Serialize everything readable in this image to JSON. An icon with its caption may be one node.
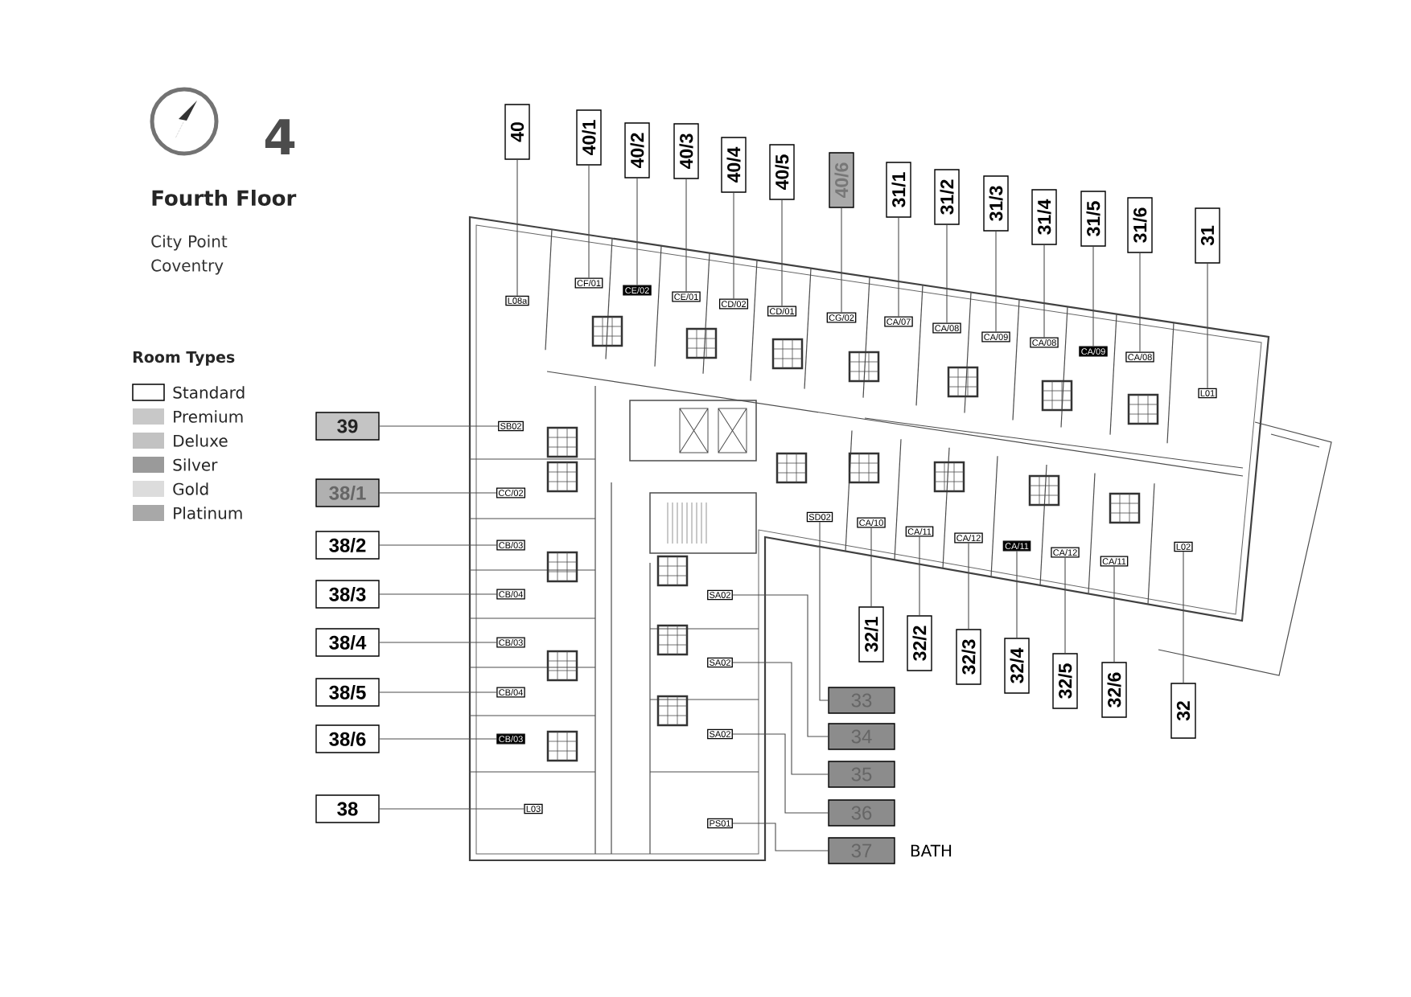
{
  "diagram": {
    "title": "Fourth Floor",
    "nodes": [
      {
        "text": [
          "40"
        ]
      },
      {
        "text": [
          "40/1"
        ]
      },
      {
        "text": [
          "40/2"
        ]
      },
      {
        "text": [
          "40/3"
        ]
      },
      {
        "text": [
          "40/4"
        ]
      },
      {
        "text": [
          "40/5"
        ]
      },
      {
        "text": [
          "40/6"
        ]
      },
      {
        "text": [
          "31/1"
        ]
      },
      {
        "text": [
          "31/2"
        ]
      },
      {
        "text": [
          "31/3"
        ]
      },
      {
        "text": [
          "31/4"
        ]
      },
      {
        "text": [
          "31/5"
        ]
      },
      {
        "text": [
          "31/6"
        ]
      },
      {
        "text": [
          "31"
        ]
      },
      {
        "text": [
          "L08a"
        ]
      },
      {
        "text": [
          "CF/01"
        ]
      },
      {
        "text": [
          "CE/02"
        ]
      },
      {
        "text": [
          "CE/01"
        ]
      },
      {
        "text": [
          "CD/02"
        ]
      },
      {
        "text": [
          "CD/01"
        ]
      },
      {
        "text": [
          "CG/02"
        ]
      },
      {
        "text": [
          "CA/07"
        ]
      },
      {
        "text": [
          "CA/08"
        ]
      },
      {
        "text": [
          "CA/09"
        ]
      },
      {
        "text": [
          "CA/08"
        ]
      },
      {
        "text": [
          "CA/09"
        ]
      },
      {
        "text": [
          "CA/08"
        ]
      },
      {
        "text": [
          "L01"
        ]
      },
      {
        "text": [
          "39"
        ]
      },
      {
        "text": [
          "38/1"
        ]
      },
      {
        "text": [
          "38/2"
        ]
      },
      {
        "text": [
          "38/3"
        ]
      },
      {
        "text": [
          "38/4"
        ]
      },
      {
        "text": [
          "38/5"
        ]
      },
      {
        "text": [
          "38/6"
        ]
      },
      {
        "text": [
          "38"
        ]
      },
      {
        "text": [
          "SB02"
        ]
      },
      {
        "text": [
          "CC/02"
        ]
      },
      {
        "text": [
          "CB/03"
        ]
      },
      {
        "text": [
          "CB/04"
        ]
      },
      {
        "text": [
          "CB/03"
        ]
      },
      {
        "text": [
          "CB/04"
        ]
      },
      {
        "text": [
          "CB/03"
        ]
      },
      {
        "text": [
          "L03"
        ]
      },
      {
        "text": [
          "32/1"
        ]
      },
      {
        "text": [
          "32/2"
        ]
      },
      {
        "text": [
          "32/3"
        ]
      },
      {
        "text": [
          "32/4"
        ]
      },
      {
        "text": [
          "32/5"
        ]
      },
      {
        "text": [
          "32/6"
        ]
      },
      {
        "text": [
          "32"
        ]
      },
      {
        "text": [
          "SD02"
        ]
      },
      {
        "text": [
          "CA/10"
        ]
      },
      {
        "text": [
          "CA/11"
        ]
      },
      {
        "text": [
          "CA/12"
        ]
      },
      {
        "text": [
          "CA/11"
        ]
      },
      {
        "text": [
          "CA/12"
        ]
      },
      {
        "text": [
          "CA/11"
        ]
      },
      {
        "text": [
          "L02"
        ]
      },
      {
        "text": [
          "33"
        ]
      },
      {
        "text": [
          "34"
        ]
      },
      {
        "text": [
          "35"
        ]
      },
      {
        "text": [
          "36"
        ]
      },
      {
        "text": [
          "37"
        ],
        "beside": [
          "BATH"
        ]
      },
      {
        "text": [
          "SA02"
        ]
      },
      {
        "text": [
          "SA02"
        ]
      },
      {
        "text": [
          "SA02"
        ]
      },
      {
        "text": [
          "PS01"
        ]
      }
    ],
    "edges": [
      {
        "from": 0,
        "to": 14,
        "arrow": "none"
      },
      {
        "from": 1,
        "to": 15,
        "arrow": "none"
      },
      {
        "from": 2,
        "to": 16,
        "arrow": "none"
      },
      {
        "from": 3,
        "to": 17,
        "arrow": "none"
      },
      {
        "from": 4,
        "to": 18,
        "arrow": "none"
      },
      {
        "from": 5,
        "to": 19,
        "arrow": "none"
      },
      {
        "from": 6,
        "to": 20,
        "arrow": "none"
      },
      {
        "from": 7,
        "to": 21,
        "arrow": "none"
      },
      {
        "from": 8,
        "to": 22,
        "arrow": "none"
      },
      {
        "from": 9,
        "to": 23,
        "arrow": "none"
      },
      {
        "from": 10,
        "to": 24,
        "arrow": "none"
      },
      {
        "from": 11,
        "to": 25,
        "arrow": "none"
      },
      {
        "from": 12,
        "to": 26,
        "arrow": "none"
      },
      {
        "from": 13,
        "to": 27,
        "arrow": "none"
      },
      {
        "from": 28,
        "to": 36,
        "arrow": "none"
      },
      {
        "from": 29,
        "to": 37,
        "arrow": "none"
      },
      {
        "from": 30,
        "to": 38,
        "arrow": "none"
      },
      {
        "from": 31,
        "to": 39,
        "arrow": "none"
      },
      {
        "from": 32,
        "to": 40,
        "arrow": "none"
      },
      {
        "from": 33,
        "to": 41,
        "arrow": "none"
      },
      {
        "from": 34,
        "to": 42,
        "arrow": "none"
      },
      {
        "from": 35,
        "to": 43,
        "arrow": "none"
      },
      {
        "from": 44,
        "to": 52,
        "arrow": "none"
      },
      {
        "from": 45,
        "to": 53,
        "arrow": "none"
      },
      {
        "from": 46,
        "to": 54,
        "arrow": "none"
      },
      {
        "from": 47,
        "to": 55,
        "arrow": "none"
      },
      {
        "from": 48,
        "to": 56,
        "arrow": "none"
      },
      {
        "from": 49,
        "to": 57,
        "arrow": "none"
      },
      {
        "from": 50,
        "to": 58,
        "arrow": "none"
      },
      {
        "from": 59,
        "to": 51,
        "arrow": "none"
      },
      {
        "from": 60,
        "to": 64,
        "arrow": "none"
      },
      {
        "from": 61,
        "to": 65,
        "arrow": "none"
      },
      {
        "from": 62,
        "to": 66,
        "arrow": "none"
      },
      {
        "from": 63,
        "to": 67,
        "arrow": "none"
      }
    ],
    "labels": [
      "4",
      "City Point Coventry",
      "Room Types"
    ],
    "legend": [
      {
        "text": "Standard"
      },
      {
        "text": "Premium",
        "color": "#c8c8c8"
      },
      {
        "text": "Deluxe",
        "color": "#c2c2c2"
      },
      {
        "text": "Silver",
        "color": "#9a9a9a"
      },
      {
        "text": "Gold",
        "color": "#dcdcdc"
      },
      {
        "text": "Platinum",
        "color": "#a8a8a8"
      }
    ]
  }
}
